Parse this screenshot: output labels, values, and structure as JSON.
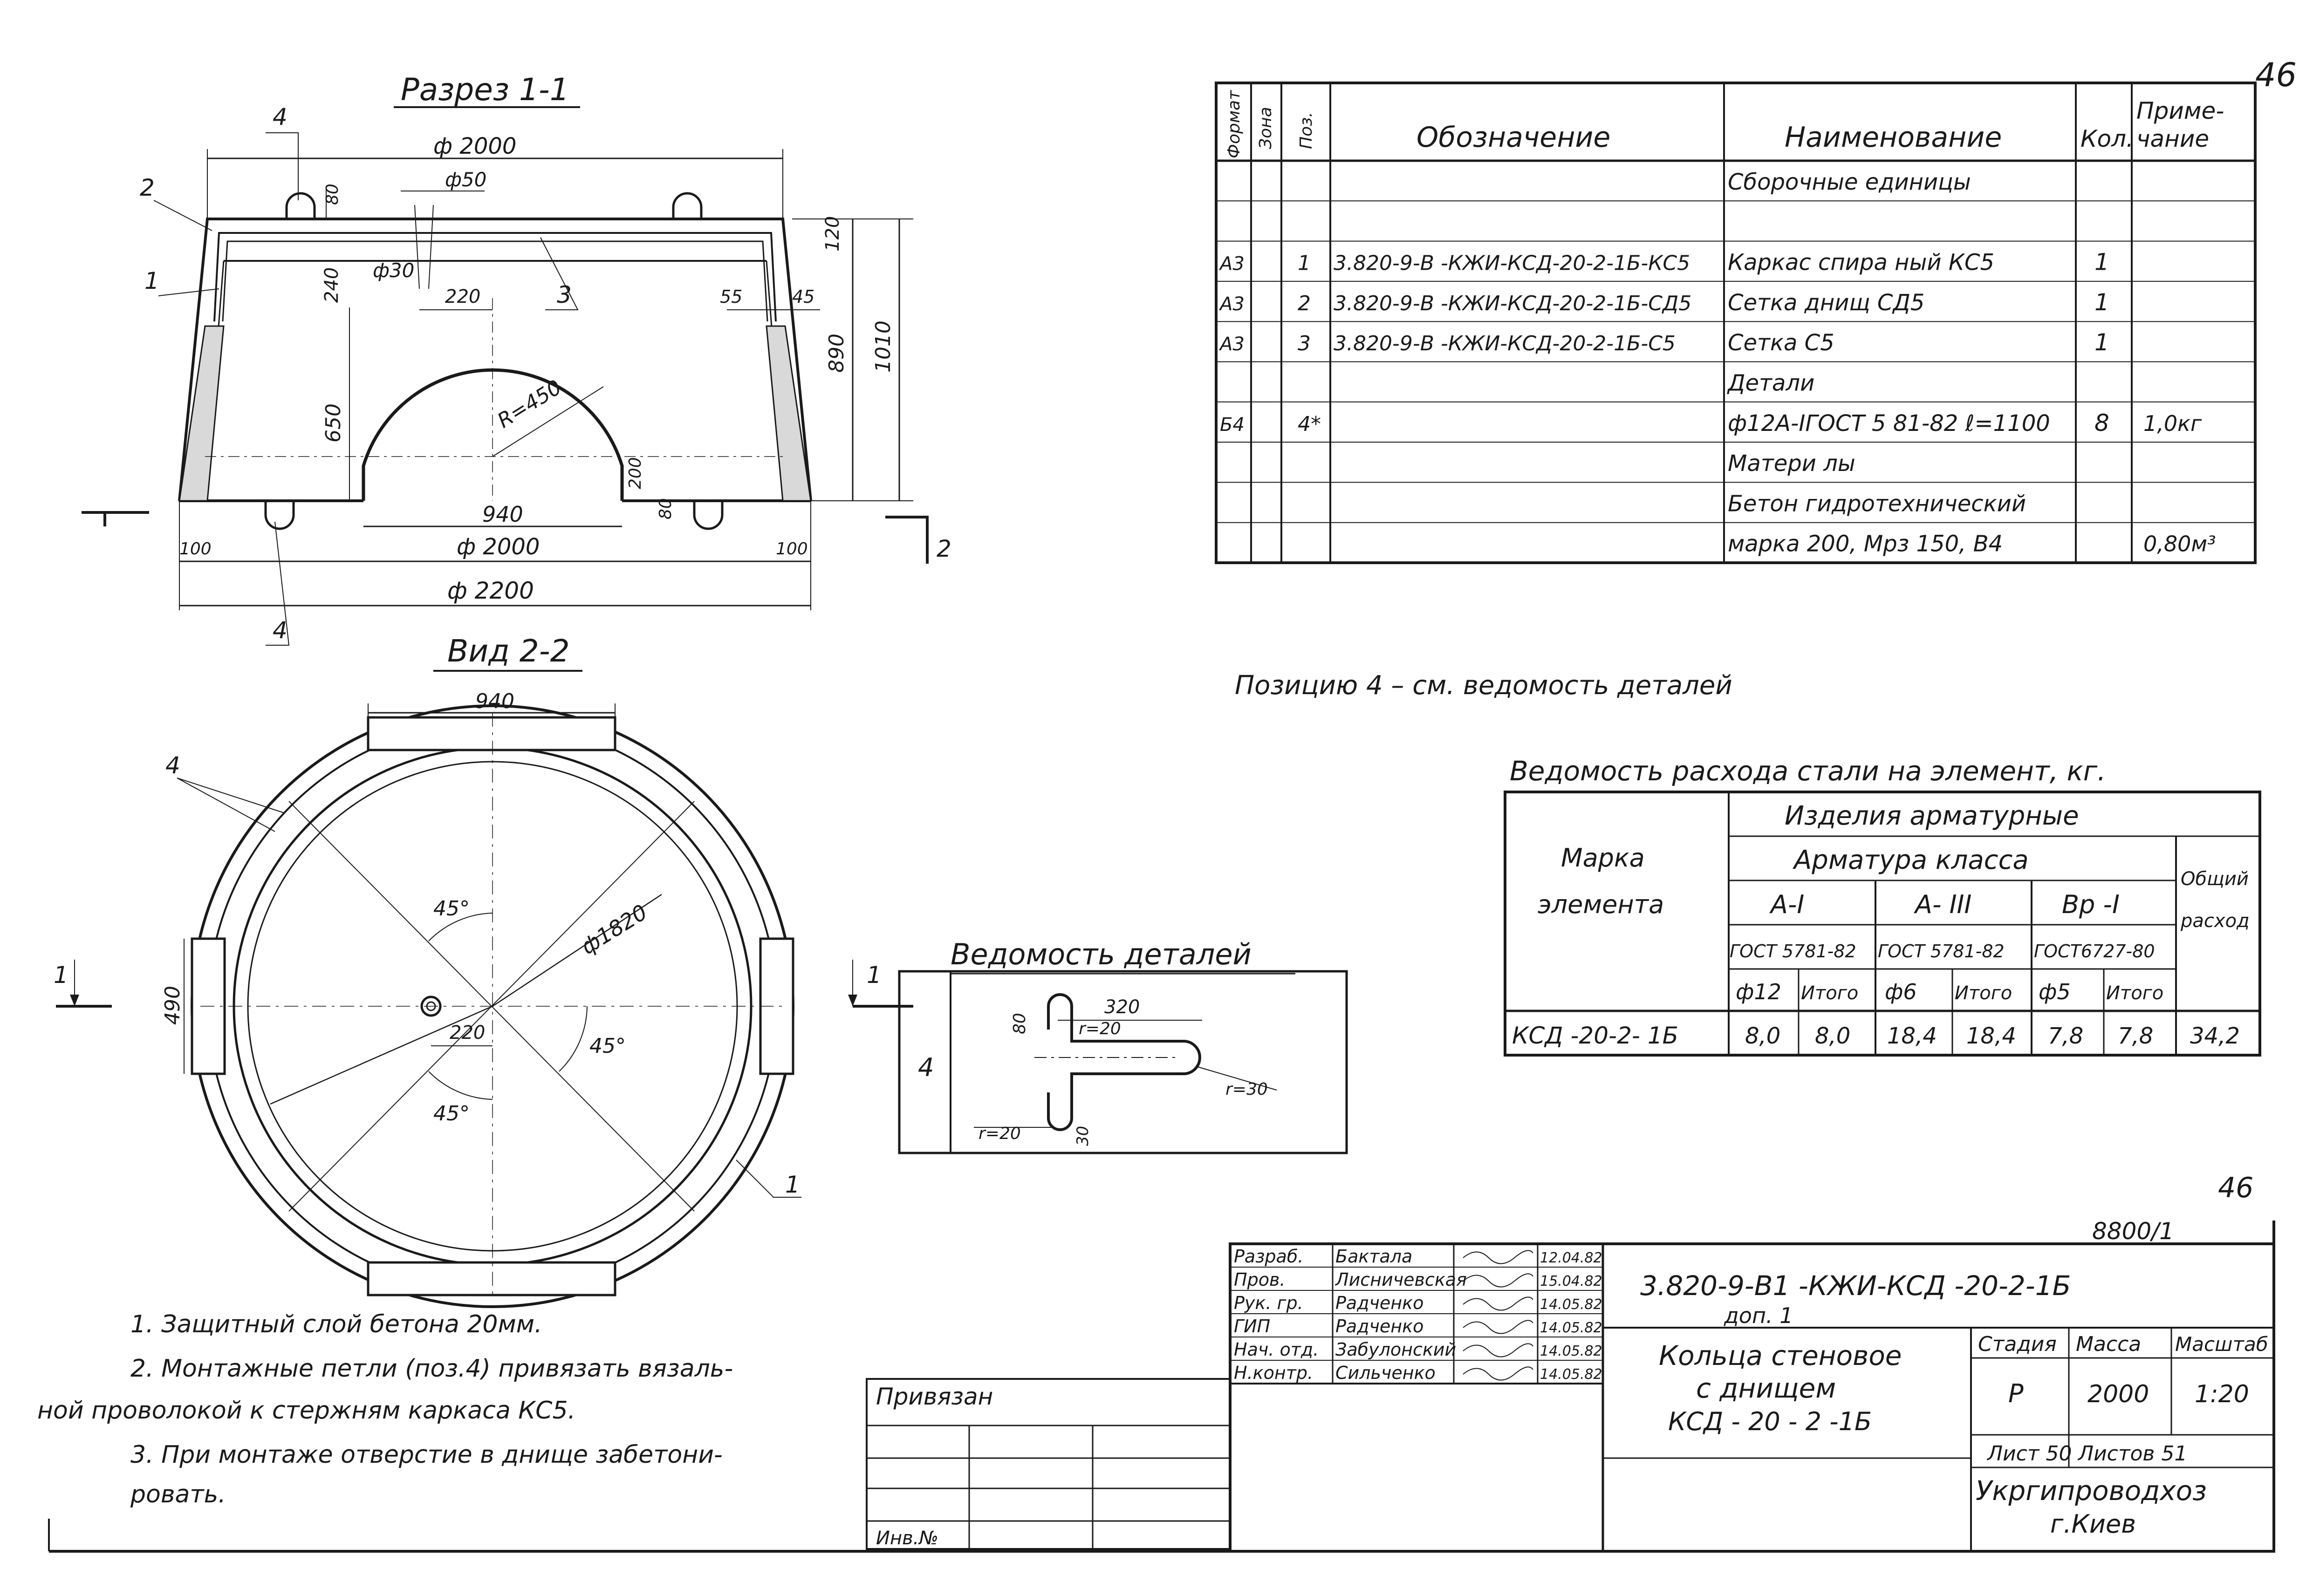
{
  "sheet_number": "46",
  "section": {
    "title": "Разрез 1-1",
    "dims": {
      "d2000_top": "ф 2000",
      "d50": "ф50",
      "d30": "ф30",
      "v80_top": "80",
      "v120": "120",
      "v240": "240",
      "v220": "220",
      "v55": "55",
      "v45": "45",
      "v890": "890",
      "v1010": "1010",
      "v650": "650",
      "radius": "R=450",
      "v200": "200",
      "v80_bot": "80",
      "v940": "940",
      "v100_left": "100",
      "v100_right": "100",
      "d2000_bot": "ф 2000",
      "d2200": "ф 2200"
    },
    "callouts": {
      "c4_top": "4",
      "c2": "2",
      "c1": "1",
      "c3": "3",
      "c4_bot": "4",
      "cut_2": "2"
    }
  },
  "view": {
    "title": "Вид 2-2",
    "dims": {
      "w940": "940",
      "d1820": "ф1820",
      "a45_top": "45°",
      "a45_right": "45°",
      "a45_bot": "45°",
      "v490": "490",
      "v220": "220"
    },
    "callouts": {
      "c4": "4",
      "c1": "1",
      "cut_left": "1",
      "cut_right": "1"
    }
  },
  "parts": {
    "title": "Ведомость деталей",
    "pos": "4",
    "dims": {
      "d320": "320",
      "d80": "80",
      "r20_top": "r=20",
      "r30": "r=30",
      "r20_bot": "r=20",
      "d30": "30"
    }
  },
  "spec": {
    "headers": {
      "format": "Формат",
      "zone": "Зона",
      "pos": "Поз.",
      "designation": "Обозначение",
      "name": "Наименование",
      "qty": "Кол.",
      "note1": "Приме-",
      "note2": "чание"
    },
    "rows": [
      {
        "format": "",
        "pos": "",
        "designation": "",
        "name": "Сборочные единицы",
        "qty": "",
        "note": ""
      },
      {
        "format": "",
        "pos": "",
        "designation": "",
        "name": "",
        "qty": "",
        "note": ""
      },
      {
        "format": "А3",
        "pos": "1",
        "designation": "3.820-9-В -КЖИ-КСД-20-2-1Б-КС5",
        "name": "Каркас спира ный КС5",
        "qty": "1",
        "note": ""
      },
      {
        "format": "А3",
        "pos": "2",
        "designation": "3.820-9-В -КЖИ-КСД-20-2-1Б-СД5",
        "name": "Сетка днищ СД5",
        "qty": "1",
        "note": ""
      },
      {
        "format": "А3",
        "pos": "3",
        "designation": "3.820-9-В -КЖИ-КСД-20-2-1Б-С5",
        "name": "Сетка С5",
        "qty": "1",
        "note": ""
      },
      {
        "format": "",
        "pos": "",
        "designation": "",
        "name": "Детали",
        "qty": "",
        "note": ""
      },
      {
        "format": "Б4",
        "pos": "4*",
        "designation": "",
        "name": "ф12А-IГОСТ 5 81-82 ℓ=1100",
        "qty": "8",
        "note": "1,0кг"
      },
      {
        "format": "",
        "pos": "",
        "designation": "",
        "name": "Матери лы",
        "qty": "",
        "note": ""
      },
      {
        "format": "",
        "pos": "",
        "designation": "",
        "name": "Бетон гидротехнический",
        "qty": "",
        "note": ""
      },
      {
        "format": "",
        "pos": "",
        "designation": "",
        "name": "марка 200, Мрз 150, В4",
        "qty": "",
        "note": "0,80м³"
      }
    ]
  },
  "position_note": "Позицию 4  – см. ведомость  деталей",
  "steel": {
    "title": "Ведомость расхода стали на элемент, кг.",
    "h_mark1": "Марка",
    "h_mark2": "элемента",
    "h_products": "Изделия  арматурные",
    "h_class": "Арматура  класса",
    "h_total1": "Общий",
    "h_total2": "расход",
    "classes": [
      "А-I",
      "А- III",
      "Вр -I"
    ],
    "gosts": [
      "ГОСТ 5781-82",
      "ГОСТ 5781-82",
      "ГОСТ6727-80"
    ],
    "subcols": [
      "ф12",
      "Итого",
      "ф6",
      "Итого",
      "ф5",
      "Итого"
    ],
    "row": {
      "mark": "КСД -20-2- 1Б",
      "values": [
        "8,0",
        "8,0",
        "18,4",
        "18,4",
        "7,8",
        "7,8"
      ],
      "total": "34,2"
    }
  },
  "notes": [
    "1. Защитный слой бетона 20мм.",
    "2. Монтажные петли (поз.4) привязать вязаль-",
    "ной  проволокой к стержням  каркаса КС5.",
    "3. При монтаже отверстие в днище забетони-",
    "ровать."
  ],
  "binding_label": "Привязан",
  "inv_label": "Инв.№",
  "title_block": {
    "sheet_mark_small": "46",
    "archive_no": "8800/1",
    "signatures": [
      {
        "role": "Разраб.",
        "name": "Бактала",
        "date": "12.04.82"
      },
      {
        "role": "Пров.",
        "name": "Лисничевская",
        "date": "15.04.82"
      },
      {
        "role": "Рук. гр.",
        "name": "Радченко",
        "date": "14.05.82"
      },
      {
        "role": "ГИП",
        "name": "Радченко",
        "date": "14.05.82"
      },
      {
        "role": "Нач. отд.",
        "name": "Забулонский",
        "date": "14.05.82"
      },
      {
        "role": "Н.контр.",
        "name": "Сильченко",
        "date": "14.05.82"
      }
    ],
    "code": "3.820-9-В1  -КЖИ-КСД -20-2-1Б",
    "addendum": "доп. 1",
    "object1": "Кольца стеновое",
    "object2": "с днищем",
    "object3": "КСД - 20 - 2 -1Б",
    "h_stage": "Стадия",
    "h_mass": "Масса",
    "h_scale": "Масштаб",
    "stage": "Р",
    "mass": "2000",
    "scale": "1:20",
    "sheet": "Лист 50",
    "sheets": "Листов 51",
    "org": "Укргипроводхоз",
    "city": "г.Киев"
  }
}
